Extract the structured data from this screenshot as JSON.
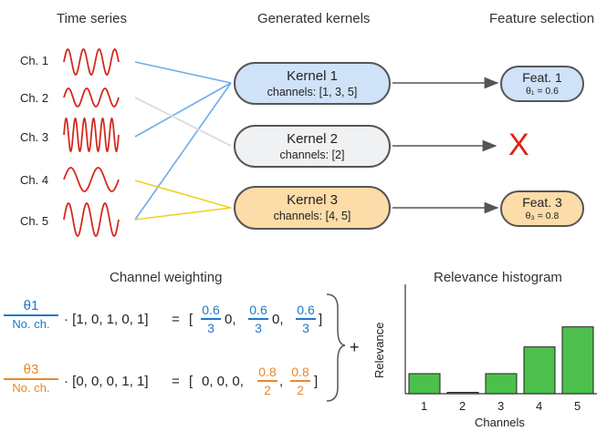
{
  "headers": {
    "time_series": "Time series",
    "generated_kernels": "Generated kernels",
    "feature_selection": "Feature selection",
    "channel_weighting": "Channel weighting",
    "relevance_histogram": "Relevance histogram"
  },
  "channels": [
    "Ch. 1",
    "Ch. 2",
    "Ch. 3",
    "Ch. 4",
    "Ch. 5"
  ],
  "kernels": [
    {
      "title": "Kernel 1",
      "channels": "channels: [1, 3, 5]",
      "fill": "#cfe2f8"
    },
    {
      "title": "Kernel 2",
      "channels": "channels: [2]",
      "fill": "#f0f1f2"
    },
    {
      "title": "Kernel 3",
      "channels": "channels: [4, 5]",
      "fill": "#fcdca8"
    }
  ],
  "features": [
    {
      "title": "Feat. 1",
      "theta": "θ₁ = 0.6",
      "fill": "#cfe2f8"
    },
    {
      "title": "Feat. 3",
      "theta": "θ₃ = 0.8",
      "fill": "#fcdca8"
    }
  ],
  "rejected_mark": "X",
  "colors": {
    "wave": "#d42a1e",
    "kernel1_lines": "#6aaeea",
    "kernel2_lines": "#d8d8d8",
    "kernel3_lines": "#f0d020",
    "blue_text": "#1f78c8",
    "orange_text": "#e8892a",
    "bar_fill": "#4cbf4c",
    "bar_stroke": "#222222"
  },
  "equations": {
    "eq1": {
      "theta": "θ1",
      "denominator": "No. ch.",
      "vector": "· [1, 0, 1, 0, 1]",
      "equals": "=",
      "open": "[",
      "close": "]",
      "terms": [
        {
          "type": "frac",
          "num": "0.6",
          "den": "3"
        },
        {
          "type": "text",
          "value": "0,"
        },
        {
          "type": "frac",
          "num": "0.6",
          "den": "3"
        },
        {
          "type": "text",
          "value": "0,"
        },
        {
          "type": "frac",
          "num": "0.6",
          "den": "3"
        }
      ]
    },
    "eq2": {
      "theta": "θ3",
      "denominator": "No. ch.",
      "vector": "· [0, 0, 0, 1, 1]",
      "equals": "=",
      "open": "[",
      "close": "]",
      "zeros": "0,  0,  0,",
      "terms": [
        {
          "type": "frac",
          "num": "0.8",
          "den": "2"
        },
        {
          "type": "frac",
          "num": "0.8",
          "den": "2"
        }
      ]
    },
    "plus": "+"
  },
  "chart_data": {
    "type": "bar",
    "categories": [
      "1",
      "2",
      "3",
      "4",
      "5"
    ],
    "values": [
      0.2,
      0.0,
      0.2,
      0.4667,
      0.6667
    ],
    "xlabel": "Channels",
    "ylabel": "Relevance",
    "ylim": [
      0,
      1.0
    ],
    "grid": false
  }
}
